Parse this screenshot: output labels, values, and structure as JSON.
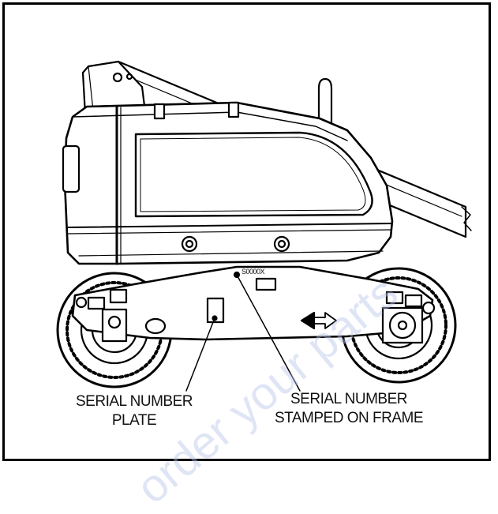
{
  "labels": {
    "plate_line1": "SERIAL NUMBER",
    "plate_line2": "PLATE",
    "stamped_line1": "SERIAL NUMBER",
    "stamped_line2": "STAMPED ON FRAME",
    "frame_stamp": "S0000X"
  },
  "watermark": "order your parts",
  "colors": {
    "line": "#000000",
    "background": "#ffffff",
    "watermark": "#b9c6ea"
  }
}
